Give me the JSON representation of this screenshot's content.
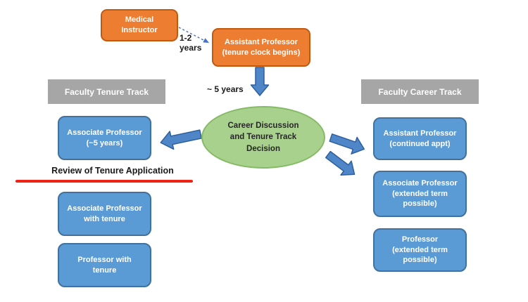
{
  "diagram": {
    "nodes": {
      "medical_instructor": {
        "label": "Medical\nInstructor"
      },
      "assistant_professor_tenure": {
        "label": "Assistant Professor\n(tenure clock begins)"
      },
      "faculty_tenure_track": {
        "label": "Faculty Tenure Track"
      },
      "faculty_career_track": {
        "label": "Faculty Career Track"
      },
      "career_discussion": {
        "label": "Career Discussion\nand Tenure Track\nDecision"
      },
      "associate_professor_5y": {
        "label": "Associate Professor\n(~5 years)"
      },
      "associate_professor_tenure": {
        "label": "Associate Professor\nwith tenure"
      },
      "professor_with_tenure": {
        "label": "Professor with\ntenure"
      },
      "assistant_professor_cont": {
        "label": "Assistant Professor\n(continued appt)"
      },
      "associate_professor_ext": {
        "label": "Associate Professor\n(extended term\npossible)"
      },
      "professor_ext": {
        "label": "Professor\n(extended term\npossible)"
      }
    },
    "annotations": {
      "years_1_2": "1-2\nyears",
      "years_5": "~ 5 years",
      "review_of_tenure": "Review of Tenure Application"
    },
    "colors": {
      "orange_fill": "#ED7D31",
      "orange_border": "#C05A11",
      "blue_fill": "#5B9BD5",
      "blue_border": "#41719C",
      "gray_fill": "#A6A6A6",
      "green_fill": "#A9D18E",
      "green_border": "#85BA66",
      "arrow_fill": "#4E86C8",
      "arrow_border": "#2E5F9E",
      "dashed_arrow": "#4472C4",
      "red_line": "#EE2417"
    }
  }
}
